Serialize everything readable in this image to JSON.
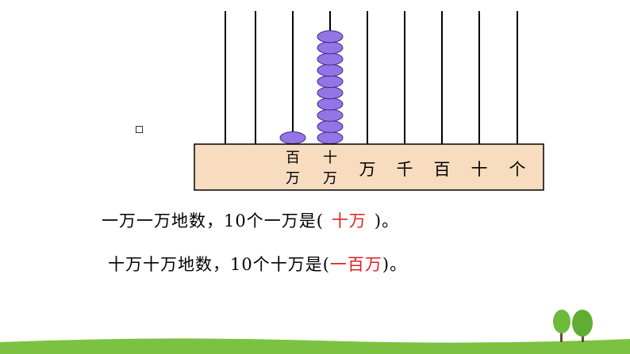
{
  "abacus": {
    "frame_color": "#f7dcc0",
    "rod_color": "#000000",
    "bead_color": "#9575e6",
    "bead_stroke": "#3a2a8a",
    "place_labels": [
      {
        "text": "百万",
        "beads": 1,
        "stacked": true
      },
      {
        "text": "十万",
        "beads": 10,
        "stacked": true
      },
      {
        "text": "万",
        "beads": 0,
        "stacked": false
      },
      {
        "text": "千",
        "beads": 0,
        "stacked": false
      },
      {
        "text": "百",
        "beads": 0,
        "stacked": false
      },
      {
        "text": "十",
        "beads": 0,
        "stacked": false
      },
      {
        "text": "个",
        "beads": 0,
        "stacked": false
      }
    ]
  },
  "lines": {
    "line1_prefix": "一万一万地数，10个一万是(",
    "line1_answer": "十万",
    "line1_suffix": ")。",
    "line2_prefix": "十万十万地数，10个十万是(",
    "line2_answer": "一百万",
    "line2_suffix": ")。"
  },
  "colors": {
    "answer": "#e0201f",
    "grass": "#7cc242",
    "tree": "#6dbb3d"
  }
}
